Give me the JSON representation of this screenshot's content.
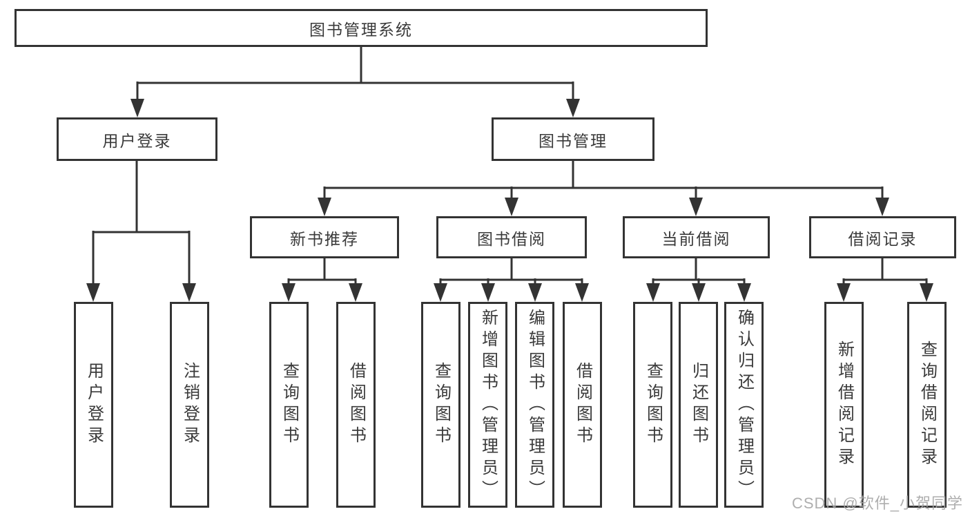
{
  "tree": {
    "label": "图书管理系统",
    "children": [
      {
        "label": "用户登录",
        "children": [
          {
            "label": "用户登录"
          },
          {
            "label": "注销登录"
          }
        ]
      },
      {
        "label": "图书管理",
        "children": [
          {
            "label": "新书推荐",
            "children": [
              {
                "label": "查询图书"
              },
              {
                "label": "借阅图书"
              }
            ]
          },
          {
            "label": "图书借阅",
            "children": [
              {
                "label": "查询图书"
              },
              {
                "label": "新增图书（管理员）"
              },
              {
                "label": "编辑图书（管理员）"
              },
              {
                "label": "借阅图书"
              }
            ]
          },
          {
            "label": "当前借阅",
            "children": [
              {
                "label": "查询图书"
              },
              {
                "label": "归还图书"
              },
              {
                "label": "确认归还（管理员）"
              }
            ]
          },
          {
            "label": "借阅记录",
            "children": [
              {
                "label": "新增借阅记录"
              },
              {
                "label": "查询借阅记录"
              }
            ]
          }
        ]
      }
    ]
  },
  "watermark": {
    "text": "CSDN @软件_小贺同学"
  },
  "colors": {
    "line": "#333333",
    "box_border": "#333333",
    "text": "#3a3a3a",
    "watermark": "#a6a6a6",
    "background": "#ffffff"
  }
}
